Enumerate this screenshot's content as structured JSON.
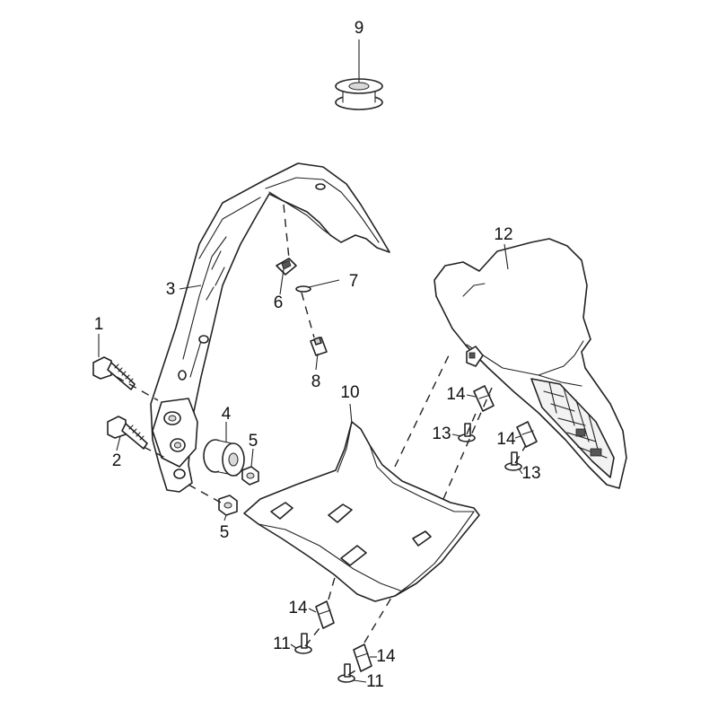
{
  "callouts": [
    {
      "id": "c9",
      "label": "9"
    },
    {
      "id": "c12",
      "label": "12"
    },
    {
      "id": "c3",
      "label": "3"
    },
    {
      "id": "c7",
      "label": "7"
    },
    {
      "id": "c6",
      "label": "6"
    },
    {
      "id": "c1",
      "label": "1"
    },
    {
      "id": "c8",
      "label": "8"
    },
    {
      "id": "c10",
      "label": "10"
    },
    {
      "id": "c14a",
      "label": "14"
    },
    {
      "id": "c4",
      "label": "4"
    },
    {
      "id": "c5a",
      "label": "5"
    },
    {
      "id": "c13a",
      "label": "13"
    },
    {
      "id": "c14b",
      "label": "14"
    },
    {
      "id": "c2",
      "label": "2"
    },
    {
      "id": "c13b",
      "label": "13"
    },
    {
      "id": "c5b",
      "label": "5"
    },
    {
      "id": "c14c",
      "label": "14"
    },
    {
      "id": "c11a",
      "label": "11"
    },
    {
      "id": "c14d",
      "label": "14"
    },
    {
      "id": "c11b",
      "label": "11"
    }
  ],
  "colors": {
    "line": "#222222",
    "background": "#ffffff",
    "shade": "#d9d9d9"
  }
}
